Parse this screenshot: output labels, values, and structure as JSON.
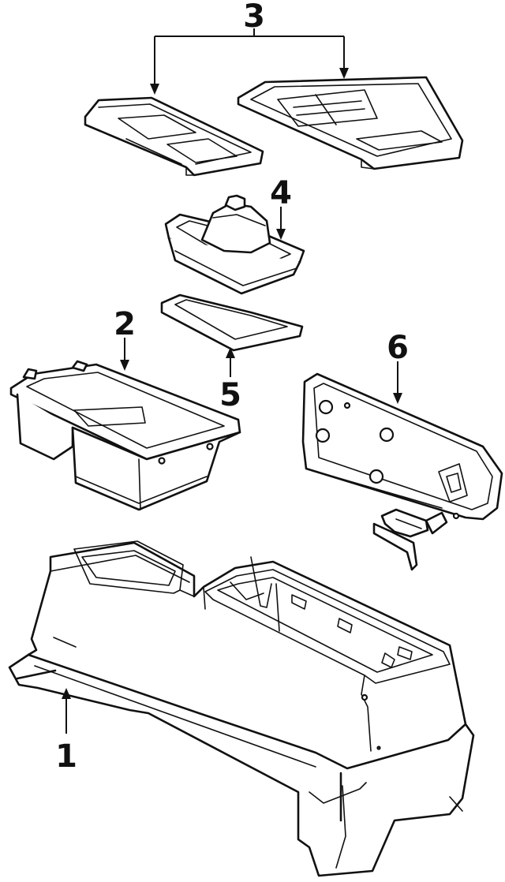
{
  "callouts": {
    "c1": "1",
    "c2": "2",
    "c3": "3",
    "c4": "4",
    "c5": "5",
    "c6": "6"
  },
  "colors": {
    "line": "#111111",
    "background": "#ffffff"
  }
}
